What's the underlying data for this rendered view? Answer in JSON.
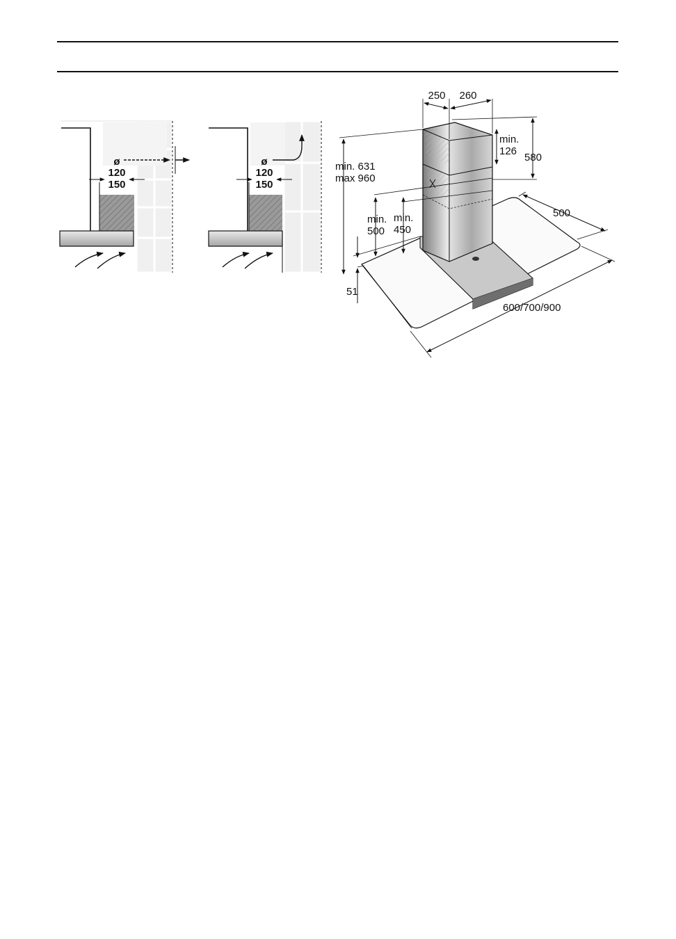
{
  "left_diagrams": {
    "diameter_symbol": "ø",
    "dim_a": "120",
    "dim_b": "150"
  },
  "hood_diagram": {
    "chimney_width": "250",
    "chimney_depth": "260",
    "min_chimney_top": "min.\n126",
    "chimney_height": "580",
    "overall_height": "min. 631\nmax 960",
    "min_500": "min.\n500",
    "min_450": "min.\n450",
    "depth": "500",
    "glass_thickness": "51",
    "width_options": "600/700/900"
  },
  "colors": {
    "line": "#111111",
    "steel_light": "#e6e6e6",
    "steel_dark": "#8c8c8c",
    "wall_tile": "#f2f2f2"
  }
}
